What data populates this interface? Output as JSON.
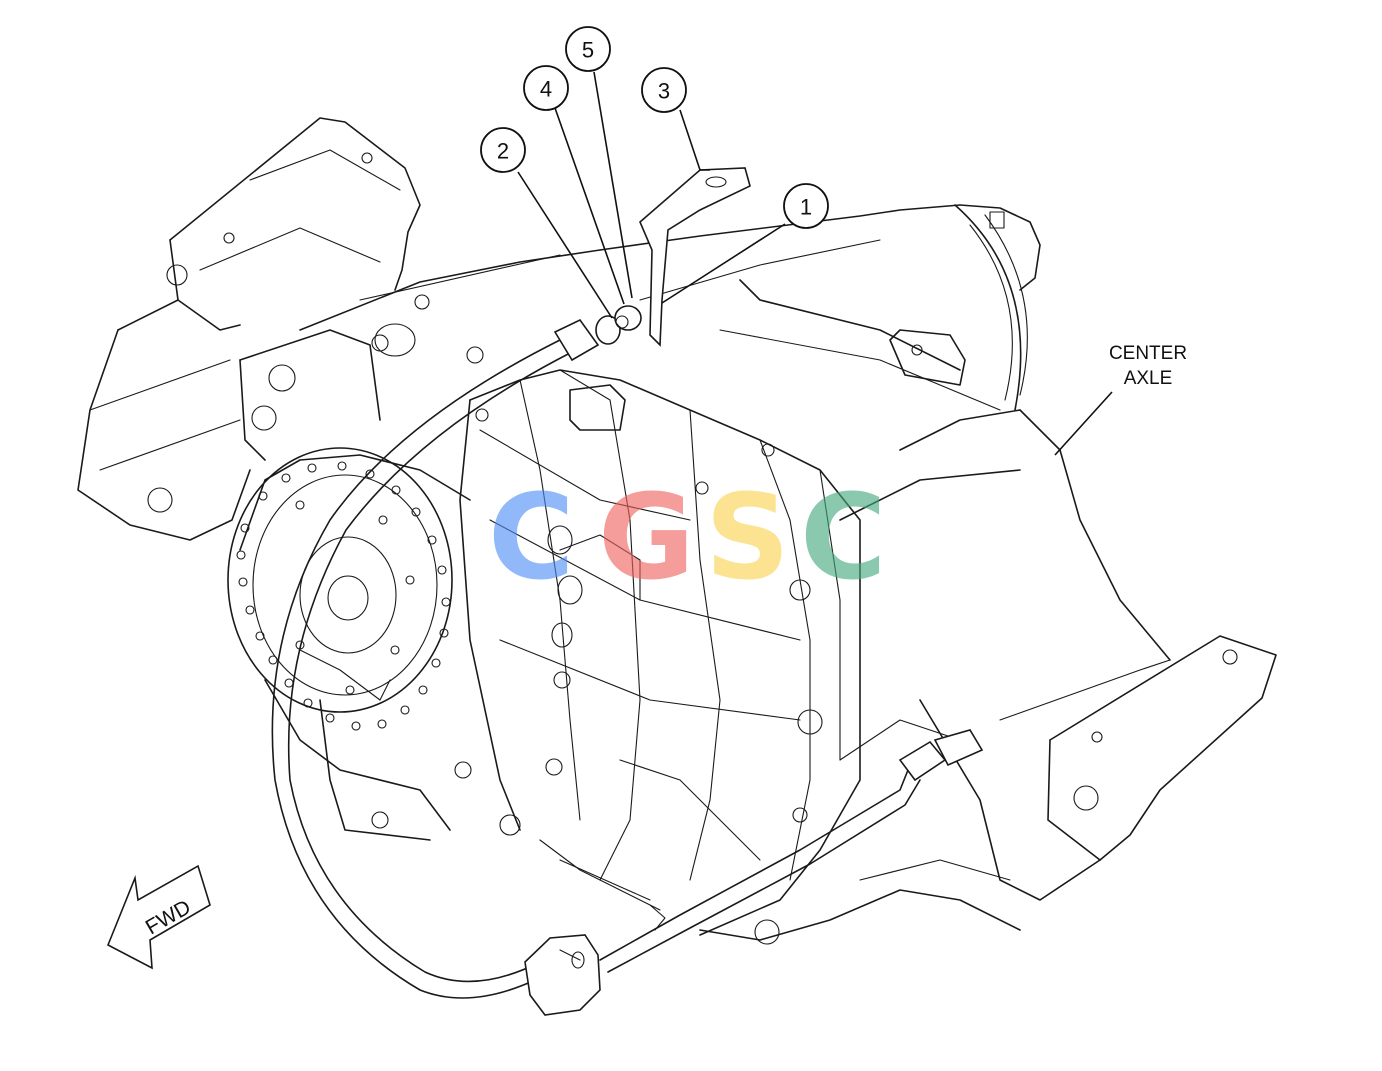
{
  "callouts": [
    {
      "id": "1",
      "label": "1"
    },
    {
      "id": "2",
      "label": "2"
    },
    {
      "id": "3",
      "label": "3"
    },
    {
      "id": "4",
      "label": "4"
    },
    {
      "id": "5",
      "label": "5"
    }
  ],
  "labels": {
    "center_axle_line1": "CENTER",
    "center_axle_line2": "AXLE",
    "fwd": "FWD"
  },
  "watermark": {
    "letters": [
      "C",
      "G",
      "S",
      "C"
    ],
    "colors": [
      "#4f8ff7",
      "#f0625f",
      "#fbd24e",
      "#45a97e"
    ]
  }
}
